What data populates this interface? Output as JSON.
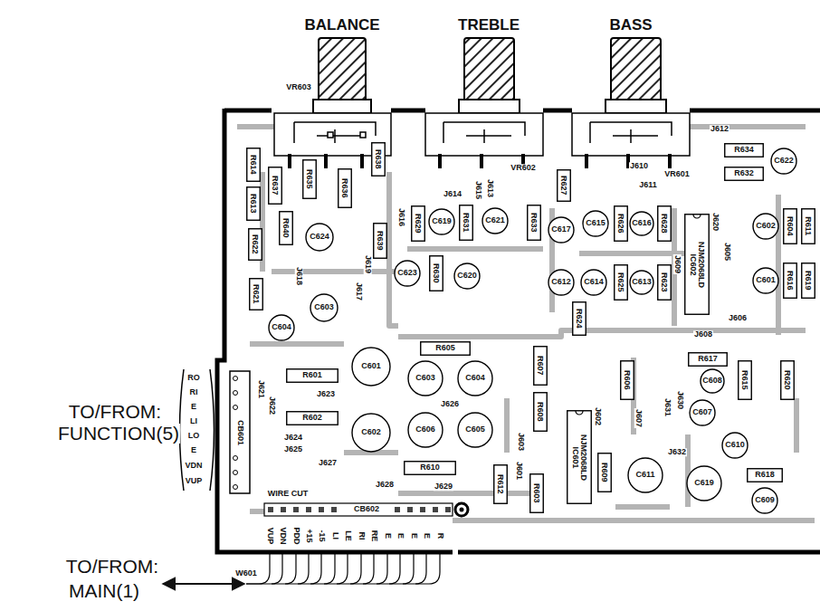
{
  "diagram": {
    "nodes": [
      {
        "text": [
          "R614"
        ]
      },
      {
        "text": [
          "R613"
        ]
      },
      {
        "text": [
          "R622"
        ]
      },
      {
        "text": [
          "R621"
        ]
      },
      {
        "text": [
          "R637"
        ]
      },
      {
        "text": [
          "R640"
        ]
      },
      {
        "text": [
          "R635"
        ]
      },
      {
        "text": [
          "R636"
        ]
      },
      {
        "text": [
          "R638"
        ]
      },
      {
        "text": [
          "C624"
        ]
      },
      {
        "text": [
          "R639"
        ]
      },
      {
        "text": [
          "C603"
        ]
      },
      {
        "text": [
          "C604"
        ]
      },
      {
        "text": [
          "R629"
        ]
      },
      {
        "text": [
          "C619"
        ]
      },
      {
        "text": [
          "R631"
        ]
      },
      {
        "text": [
          "C621"
        ]
      },
      {
        "text": [
          "R633"
        ]
      },
      {
        "text": [
          "C623"
        ]
      },
      {
        "text": [
          "R630"
        ]
      },
      {
        "text": [
          "C620"
        ]
      },
      {
        "text": [
          "R627"
        ]
      },
      {
        "text": [
          "C617"
        ]
      },
      {
        "text": [
          "C615"
        ]
      },
      {
        "text": [
          "R626"
        ]
      },
      {
        "text": [
          "C616"
        ]
      },
      {
        "text": [
          "R628"
        ]
      },
      {
        "text": [
          "C612"
        ]
      },
      {
        "text": [
          "C614"
        ]
      },
      {
        "text": [
          "R625"
        ]
      },
      {
        "text": [
          "C613"
        ]
      },
      {
        "text": [
          "R623"
        ]
      },
      {
        "text": [
          "R624"
        ]
      },
      {
        "text": [
          "NJM2068LD",
          "IC602"
        ]
      },
      {
        "text": [
          "R634"
        ]
      },
      {
        "text": [
          "R632"
        ]
      },
      {
        "text": [
          "C622"
        ]
      },
      {
        "text": [
          "C602"
        ]
      },
      {
        "text": [
          "R604"
        ]
      },
      {
        "text": [
          "R611"
        ]
      },
      {
        "text": [
          "C601"
        ]
      },
      {
        "text": [
          "R616"
        ]
      },
      {
        "text": [
          "R619"
        ]
      },
      {
        "text": [
          "R605"
        ]
      },
      {
        "text": [
          "C601"
        ]
      },
      {
        "text": [
          "R601"
        ]
      },
      {
        "text": [
          "C603"
        ]
      },
      {
        "text": [
          "C604"
        ]
      },
      {
        "text": [
          "R602"
        ]
      },
      {
        "text": [
          "C602"
        ]
      },
      {
        "text": [
          "C606"
        ]
      },
      {
        "text": [
          "C605"
        ]
      },
      {
        "text": [
          "R610"
        ]
      },
      {
        "text": [
          "R607"
        ]
      },
      {
        "text": [
          "R608"
        ]
      },
      {
        "text": [
          "R612"
        ]
      },
      {
        "text": [
          "R603"
        ]
      },
      {
        "text": [
          "NJM2068LD",
          "IC601"
        ]
      },
      {
        "text": [
          "R609"
        ]
      },
      {
        "text": [
          "R606"
        ]
      },
      {
        "text": [
          "R617"
        ]
      },
      {
        "text": [
          "C608"
        ]
      },
      {
        "text": [
          "R615"
        ]
      },
      {
        "text": [
          "R620"
        ]
      },
      {
        "text": [
          "C607"
        ]
      },
      {
        "text": [
          "C610"
        ]
      },
      {
        "text": [
          "C611"
        ]
      },
      {
        "text": [
          "C619"
        ]
      },
      {
        "text": [
          "R618"
        ]
      },
      {
        "text": [
          "C609"
        ]
      }
    ],
    "labels": [
      "BALANCE",
      "TREBLE",
      "BASS",
      "VR603",
      "VR602",
      "VR601",
      "TO/FROM:",
      "FUNCTION(5)",
      "TO/FROM:",
      "MAIN(1)",
      "W601",
      "RO",
      "RI",
      "E",
      "LI",
      "LO",
      "E",
      "VDN",
      "VUP",
      "CB601",
      "WIRE CUT",
      "CB602",
      "J628",
      "J629",
      "VUP",
      "VDN",
      "PDD",
      "+15",
      "-15",
      "LI",
      "LE",
      "RI",
      "RE",
      "E",
      "E",
      "E",
      "E",
      "R",
      "J612",
      "J614",
      "J615",
      "J613",
      "J616",
      "J610",
      "J611",
      "J620",
      "J605",
      "J609",
      "J606",
      "J608",
      "J618",
      "J619",
      "J617",
      "J623",
      "J621",
      "J622",
      "J624",
      "J625",
      "J627",
      "J626",
      "J603",
      "J601",
      "J602",
      "J607",
      "J631",
      "J630",
      "J632"
    ]
  }
}
